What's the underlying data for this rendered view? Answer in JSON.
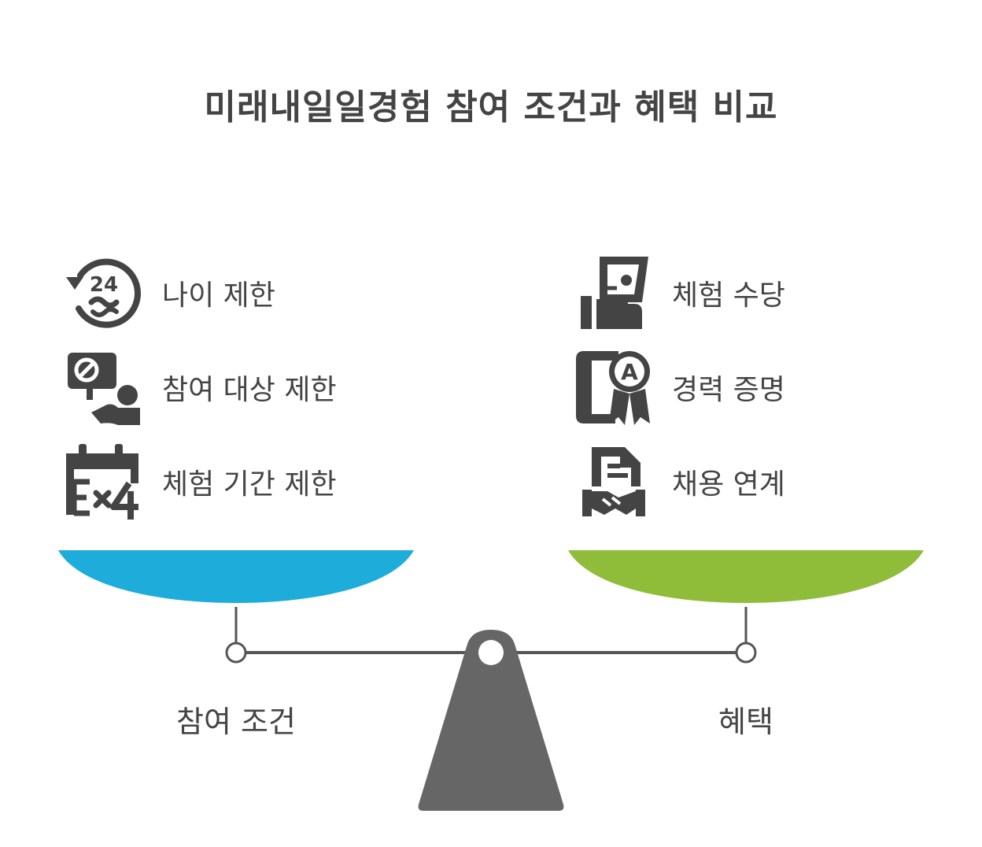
{
  "title": "미래내일일경험 참여 조건과 혜택 비교",
  "left": {
    "label": "참여 조건",
    "color": "#1EACDB",
    "items": [
      {
        "label": "나이 제한",
        "icon": "clock-24-icon"
      },
      {
        "label": "참여 대상 제한",
        "icon": "no-sign-person-icon"
      },
      {
        "label": "체험 기간 제한",
        "icon": "calendar-x4-icon"
      }
    ]
  },
  "right": {
    "label": "혜택",
    "color": "#8FBD3A",
    "items": [
      {
        "label": "체험 수당",
        "icon": "money-hand-icon"
      },
      {
        "label": "경력 증명",
        "icon": "certificate-award-icon"
      },
      {
        "label": "채용 연계",
        "icon": "contract-handshake-icon"
      }
    ]
  },
  "colors": {
    "fulcrum": "#666666",
    "beam": "#555555",
    "text": "#444444"
  }
}
